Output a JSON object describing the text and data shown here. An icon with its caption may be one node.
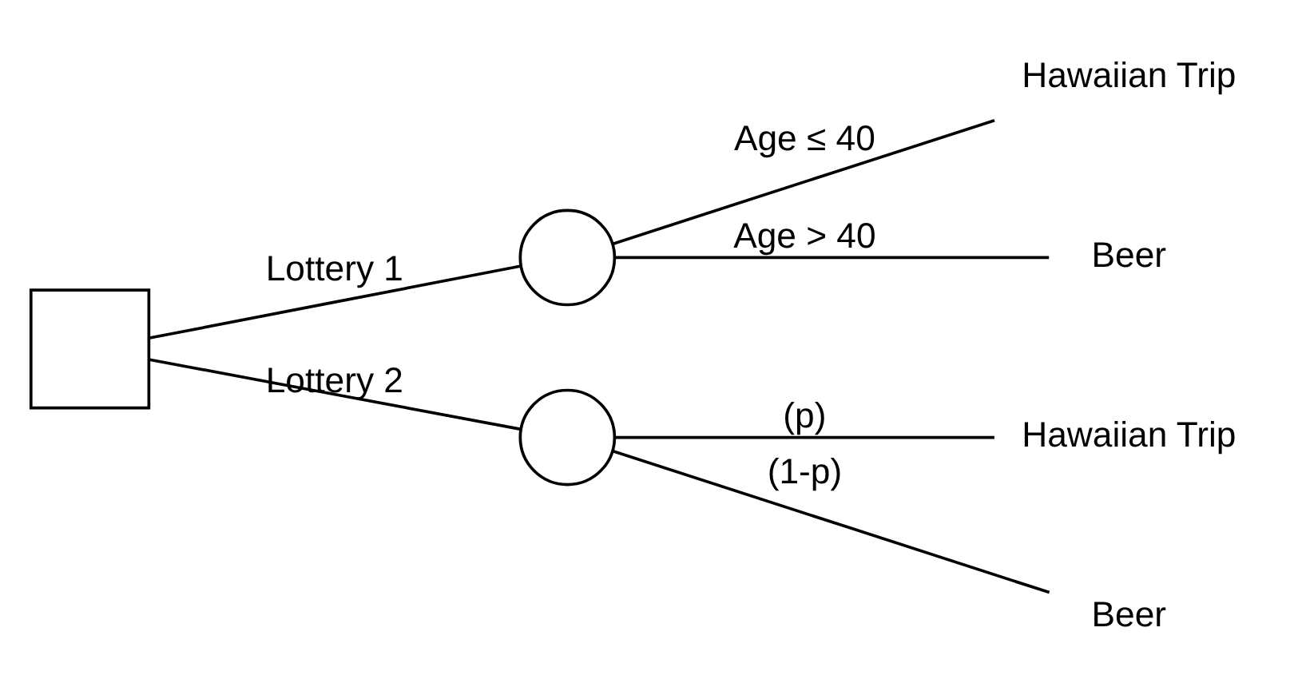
{
  "diagram": {
    "nodes": [
      {
        "text": [],
        "shape": "box"
      },
      {
        "text": [],
        "shape": "circle"
      },
      {
        "text": [],
        "shape": "circle"
      },
      {
        "text": [
          "Hawaiian Trip"
        ]
      },
      {
        "text": [
          "Beer"
        ]
      },
      {
        "text": [
          "Hawaiian Trip"
        ]
      },
      {
        "text": [
          "Beer"
        ]
      }
    ],
    "edges": [
      {
        "from": 0,
        "to": 1,
        "arrow": "none",
        "label": "Lottery 1"
      },
      {
        "from": 0,
        "to": 2,
        "arrow": "none",
        "label": "Lottery 2"
      },
      {
        "from": 1,
        "to": 3,
        "arrow": "none",
        "label": "Age ≤ 40"
      },
      {
        "from": 1,
        "to": 4,
        "arrow": "none",
        "label": "Age > 40"
      },
      {
        "from": 2,
        "to": 5,
        "arrow": "none",
        "label": "(p)"
      },
      {
        "from": 2,
        "to": 6,
        "arrow": "none",
        "label": "(1-p)"
      }
    ]
  }
}
